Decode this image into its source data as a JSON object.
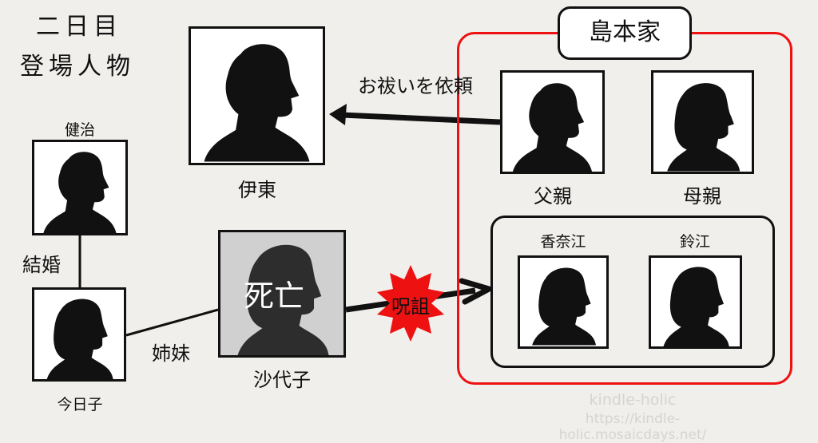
{
  "title": {
    "line1": "二日目",
    "line2": "登場人物"
  },
  "family_group": {
    "label": "島本家"
  },
  "people": {
    "ito": "伊東",
    "father": "父親",
    "mother": "母親",
    "kanae": "香奈江",
    "suzue": "鈴江",
    "kenji": "健治",
    "kyoko": "今日子",
    "sayoko": "沙代子"
  },
  "relations": {
    "request": "お祓いを依頼",
    "marriage": "結婚",
    "sisters": "姉妹",
    "curse": "呪詛",
    "dead": "死亡"
  },
  "colors": {
    "accent": "#ee1111",
    "background": "#f0efec"
  },
  "watermark": {
    "name": "kindle-holic",
    "url": "https://kindle-holic.mosaicdays.net/"
  }
}
